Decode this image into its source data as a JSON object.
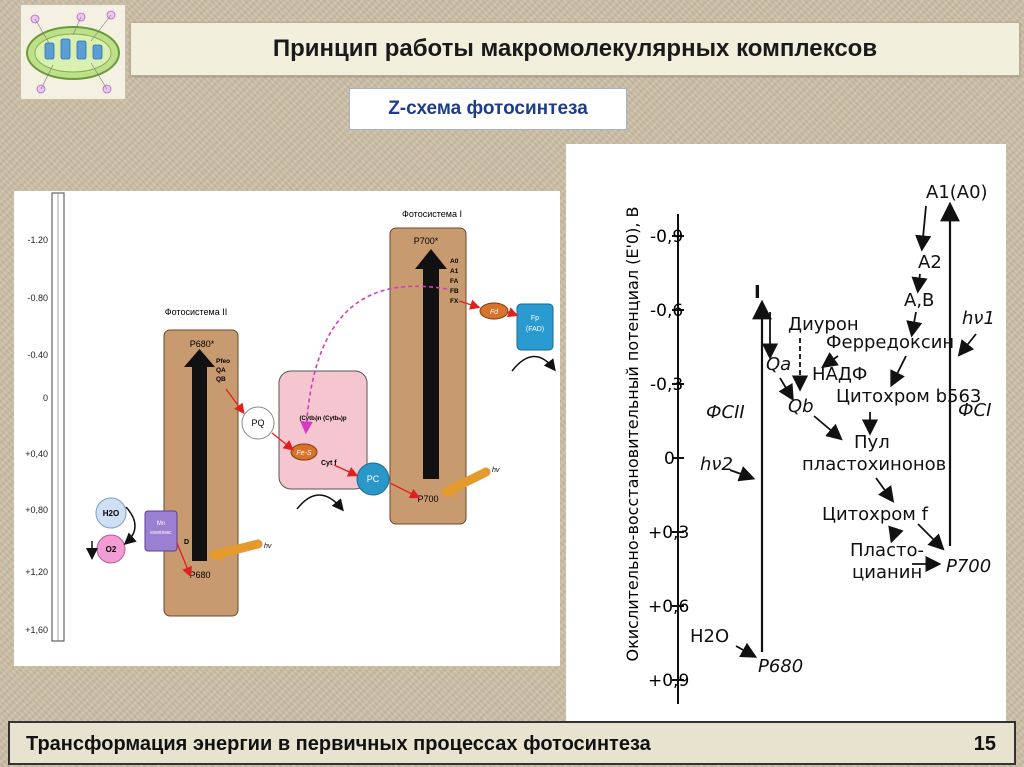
{
  "header": {
    "title": "Принцип работы макромолекулярных комплексов",
    "subtitle": "Z-схема фотосинтеза"
  },
  "left_diagram": {
    "axis_ticks": [
      "-1.20",
      "-0.80",
      "-0.40",
      "0",
      "+0,40",
      "+0,80",
      "+1,20",
      "+1,60"
    ],
    "ps2": {
      "label": "Фотосистема  II",
      "top": "P680*",
      "acceptors": [
        "Pfeo",
        "QA",
        "QB"
      ],
      "bottom": "P680",
      "d": "D",
      "hv": "hv"
    },
    "ps1": {
      "label": "Фотосистема I",
      "top": "P700*",
      "acceptors": [
        "A0",
        "A1",
        "FA",
        "FB",
        "FX"
      ],
      "bottom": "P700",
      "hv": "hv"
    },
    "water": "H2O",
    "o2": "O2",
    "mn": [
      "Mn",
      "комплекс"
    ],
    "pq": "PQ",
    "cytb": "(Cytbₗ)n  (Cytbₕ)p",
    "fes": "Fe-S",
    "cytf": "Cyt f",
    "pc": "PC",
    "fd": "Fd",
    "fp": [
      "Fp",
      "(FAD)"
    ]
  },
  "right_diagram": {
    "ylabel": "Окислительно-восстановительный потенциал (E'0), В",
    "ticks": [
      "-0,9",
      "-0,6",
      "-0,3",
      "0",
      "+0,3",
      "+0,6",
      "+0,9"
    ],
    "labels": {
      "a1a0": "A1(A0)",
      "a2": "A2",
      "ab": "A,B",
      "hv1": "hν1",
      "fsi": "ФСI",
      "roman_one": "I",
      "diuron": "Диурон",
      "qa": "Qa",
      "qb": "Qb",
      "ferredoxin": "Ферредоксин",
      "nadf": "НАДФ",
      "cyt563": "Цитохром b563",
      "fsii": "ФСII",
      "pul": "Пул",
      "plastoquinones": "пластохинонов",
      "hv2": "hν2",
      "cytf": "Цитохром f",
      "plasto": "Пласто-",
      "cyanin": "цианин",
      "p700": "P700",
      "h2o": "H2O",
      "p680": "P680"
    }
  },
  "footer": {
    "text": "Трансформация энергии в первичных процессах фотосинтеза",
    "page": "15"
  },
  "colors": {
    "column": "#c79a70",
    "arrow_red": "#e02020",
    "arrow_magenta": "#d63abf",
    "pc_blue": "#2a97c9",
    "fp_blue": "#2a9bd0",
    "fd_orange": "#d9722a",
    "cyt_pink": "#f5c6cf",
    "mn_purple": "#9b7fd0",
    "o2_pink": "#f29bd5",
    "h2o_blue": "#cfe0f5",
    "title_blue": "#1f3c8c"
  }
}
